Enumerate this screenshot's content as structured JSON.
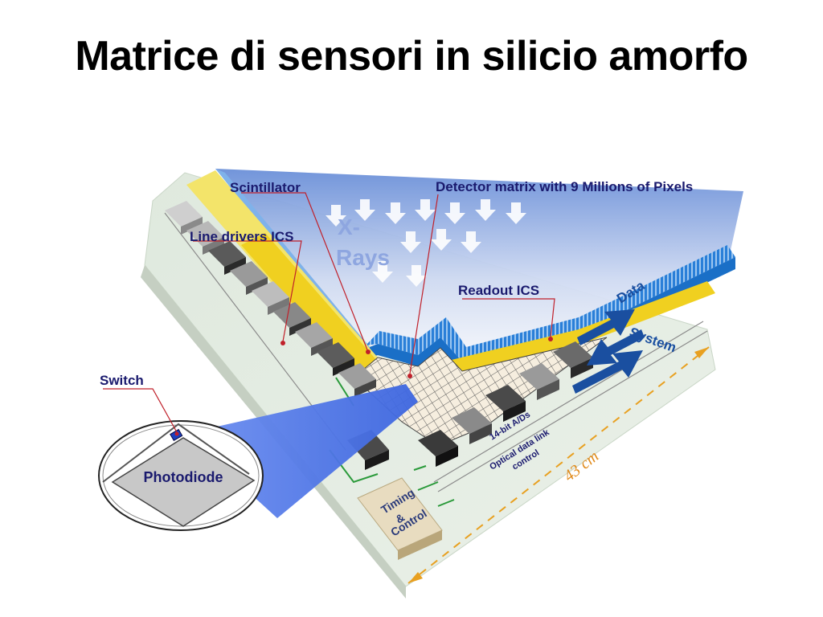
{
  "slide": {
    "title": "Matrice di sensori in silicio amorfo"
  },
  "diagram": {
    "labels": {
      "scintillator": "Scintillator",
      "detector_matrix": "Detector matrix with 9 Millions of Pixels",
      "line_drivers": "Line drivers ICS",
      "readout": "Readout ICS",
      "switch": "Switch",
      "photodiode": "Photodiode",
      "xrays_line1": "X-",
      "xrays_line2": "Rays",
      "data": "Data",
      "system": "System",
      "adc": "14-bit A/Ds",
      "optical_line1": "Optical data link",
      "optical_line2": "control",
      "timing_line1": "Timing",
      "timing_line2": "&",
      "timing_line3": "Control",
      "dimension": "43 cm"
    },
    "colors": {
      "glass": "#1a6fc7",
      "beam": "#5a7fe8",
      "chip_dark": "#3a3a3a",
      "chip_light": "#b0b0b0",
      "yellow_band": "#f0d020",
      "dimension_arrow": "#e8a020",
      "leader_line": "#c0202a",
      "board": "#e9e4cf"
    }
  }
}
